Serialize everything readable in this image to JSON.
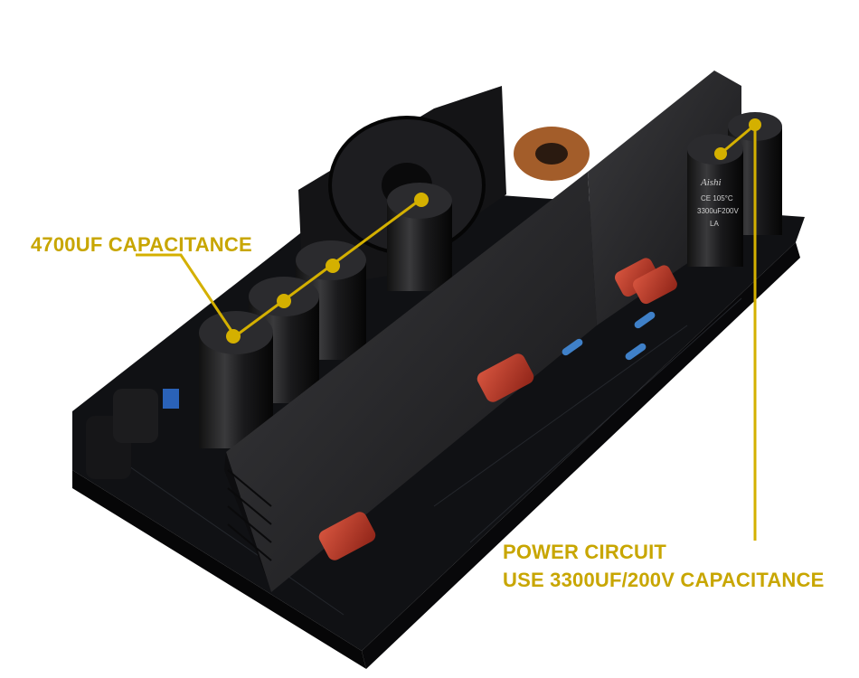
{
  "annotations": {
    "capacitor_4700": "4700UF CAPACITANCE",
    "power_circuit_line1": "POWER CIRCUIT",
    "power_circuit_line2": "USE 3300UF/200V CAPACITANCE"
  },
  "capacitor_print": {
    "brand": "Aishi",
    "rating_line1": "CE 105°C",
    "rating_line2": "3300uF200V",
    "series": "LA"
  },
  "colors": {
    "annotation": "#c8a600",
    "pcb": "#0e0f12",
    "heatsink": "#1c1c1e",
    "film_capacitor": "#b3301f",
    "background": "#ffffff"
  }
}
